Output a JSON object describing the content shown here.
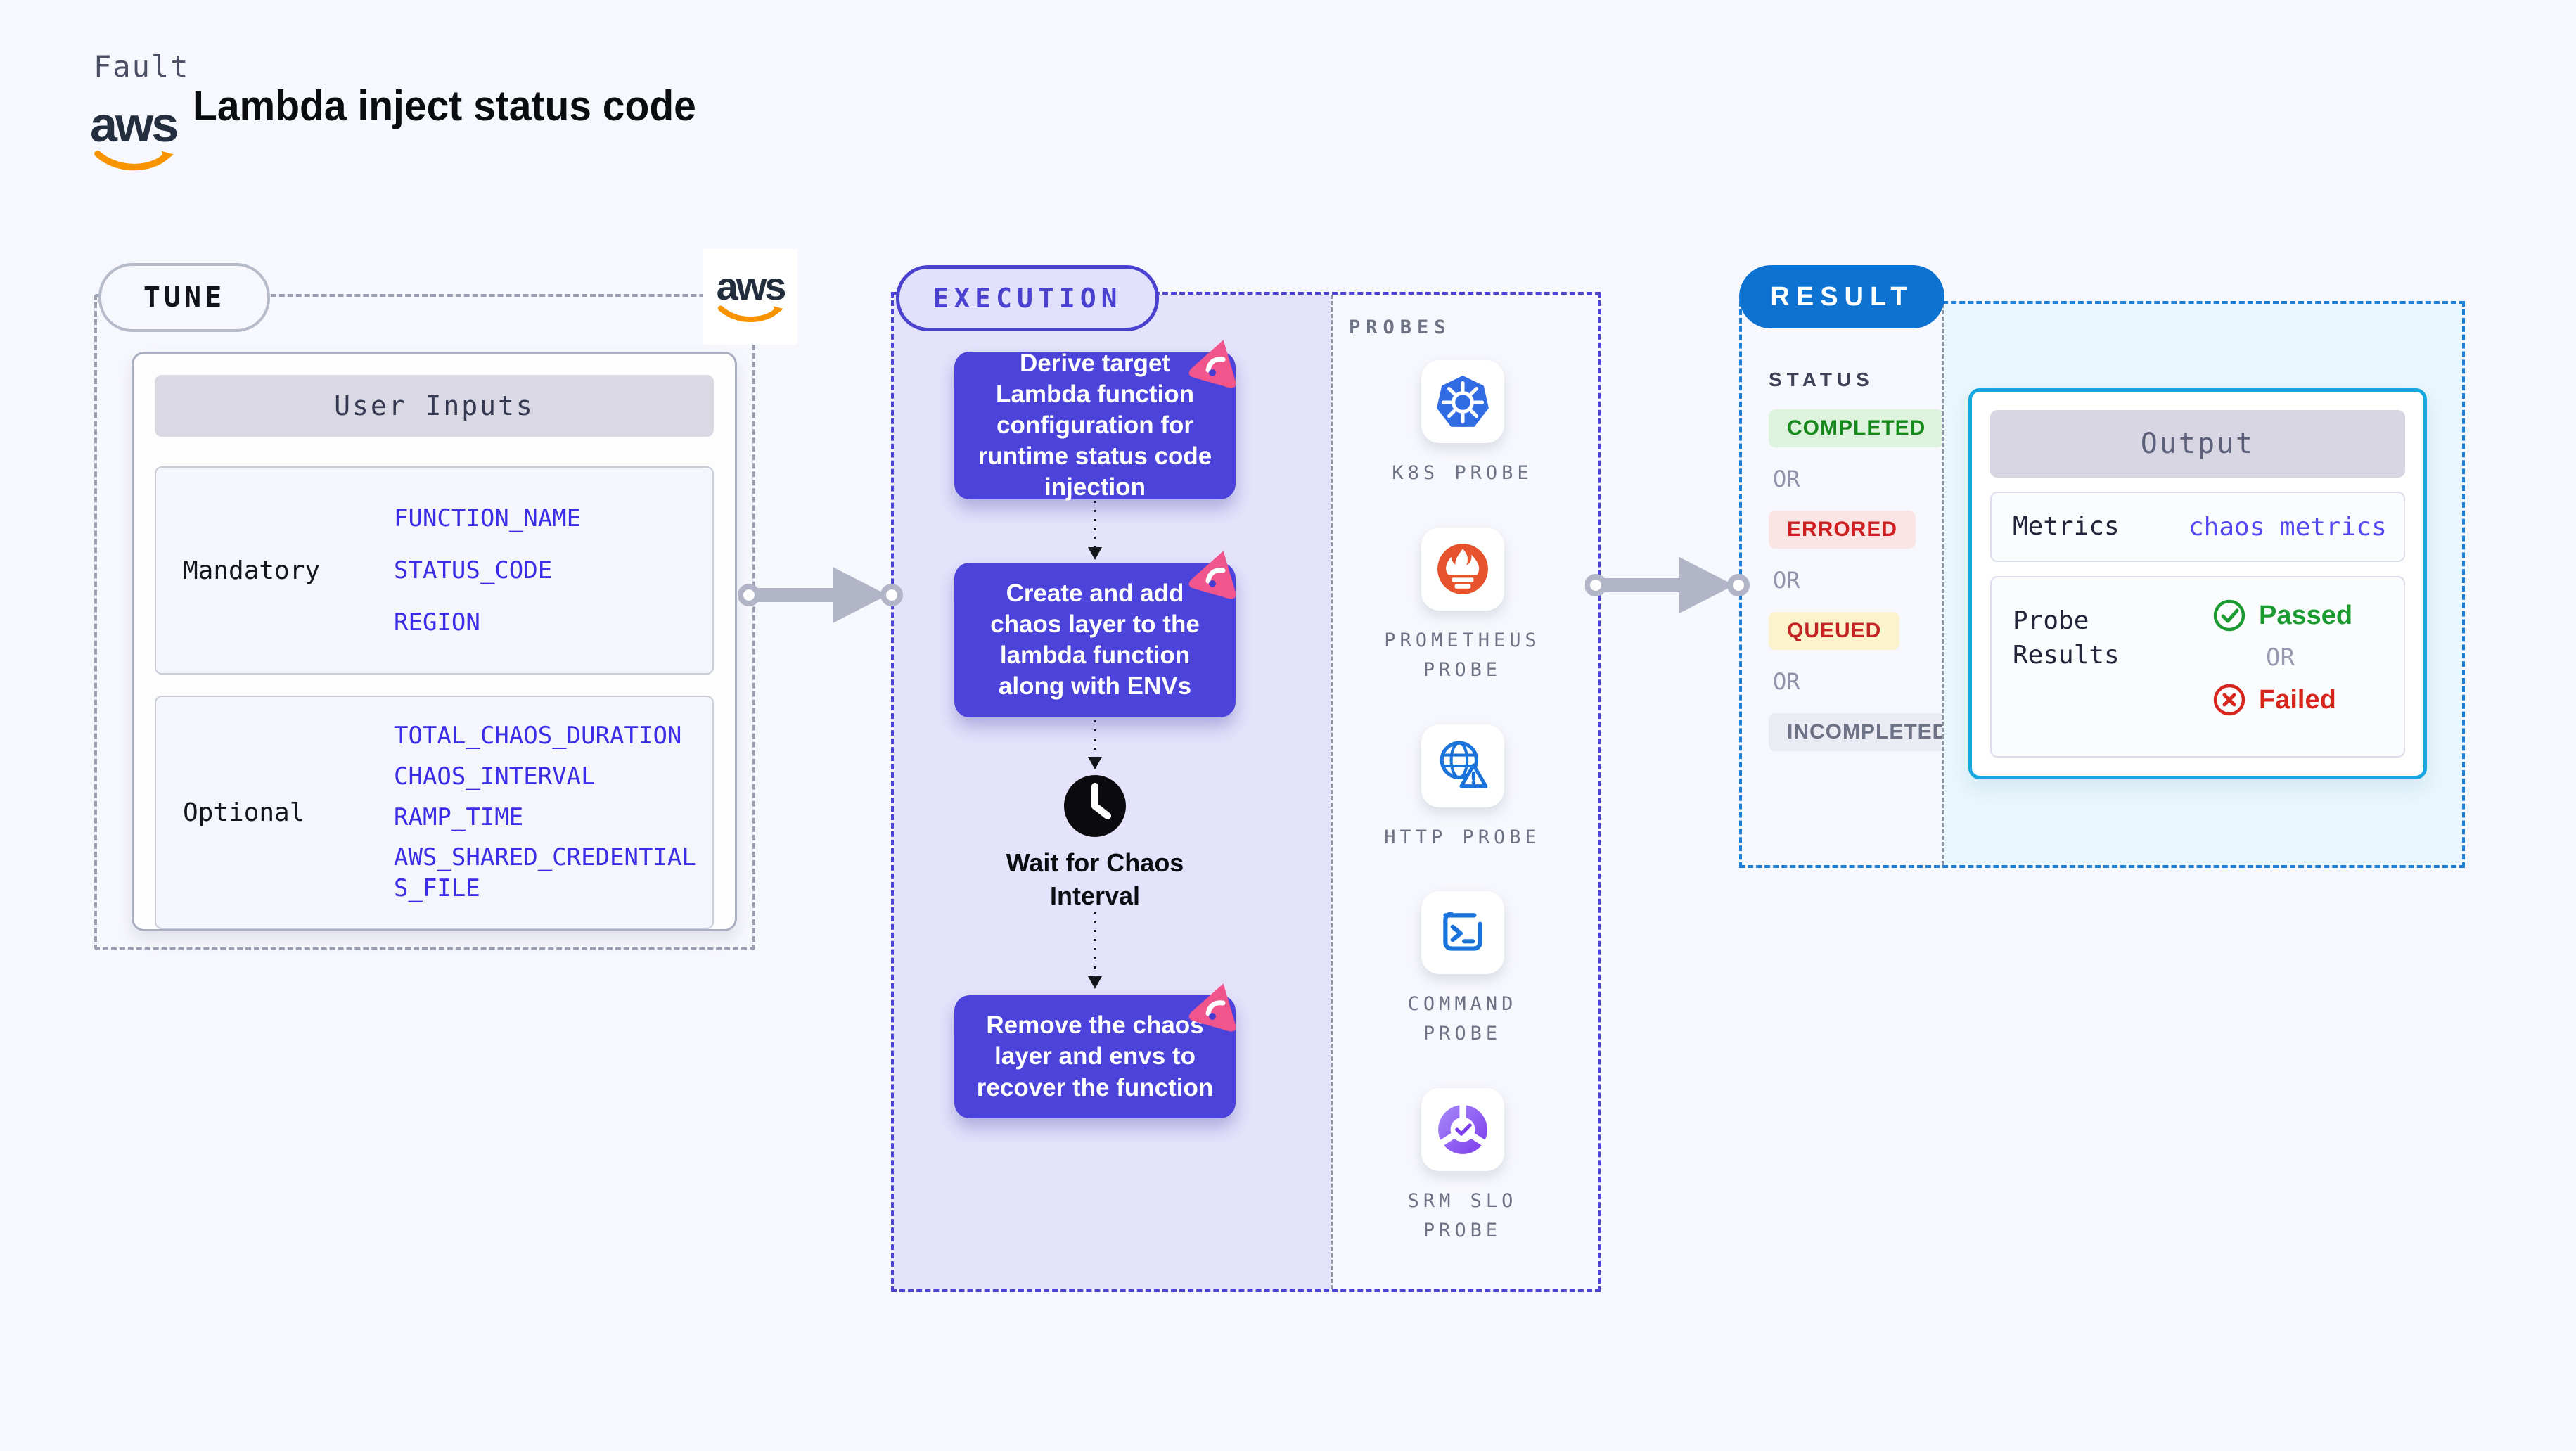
{
  "header": {
    "eyebrow": "Fault",
    "title": "Lambda inject status code",
    "aws_logo_text": "aws"
  },
  "tune": {
    "label": "TUNE",
    "table": {
      "title": "User Inputs",
      "groups": [
        {
          "label": "Mandatory",
          "params": [
            "FUNCTION_NAME",
            "STATUS_CODE",
            "REGION"
          ]
        },
        {
          "label": "Optional",
          "params": [
            "TOTAL_CHAOS_DURATION",
            "CHAOS_INTERVAL",
            "RAMP_TIME",
            "AWS_SHARED_CREDENTIALS_FILE"
          ]
        }
      ]
    }
  },
  "execution": {
    "label": "EXECUTION",
    "steps": {
      "derive": "Derive target Lambda function configuration for runtime status code injection",
      "create": "Create and add chaos layer to the lambda function along with ENVs",
      "wait": "Wait for Chaos Interval",
      "remove": "Remove the chaos layer and envs to recover the function"
    },
    "probes": {
      "heading": "PROBES",
      "items": [
        {
          "label": "K8S PROBE",
          "icon": "kubernetes-icon"
        },
        {
          "label": "PROMETHEUS PROBE",
          "icon": "prometheus-icon"
        },
        {
          "label": "HTTP PROBE",
          "icon": "http-globe-warning-icon"
        },
        {
          "label": "COMMAND PROBE",
          "icon": "terminal-icon"
        },
        {
          "label": "SRM SLO PROBE",
          "icon": "srm-slo-icon"
        }
      ]
    }
  },
  "result": {
    "label": "RESULT",
    "status": {
      "heading": "STATUS",
      "separator": "OR",
      "badges": [
        {
          "label": "COMPLETED",
          "bg": "#ddf3dd",
          "color": "#17891c"
        },
        {
          "label": "ERRORED",
          "bg": "#fbe4e4",
          "color": "#cd1f1f"
        },
        {
          "label": "QUEUED",
          "bg": "#fcf2cb",
          "color": "#c32424"
        },
        {
          "label": "INCOMPLETED",
          "bg": "#ebecf3",
          "color": "#6d7286"
        }
      ]
    },
    "output": {
      "title": "Output",
      "metrics_label": "Metrics",
      "metrics_value": "chaos metrics",
      "probe_results_label": "Probe Results",
      "passed": "Passed",
      "or": "OR",
      "failed": "Failed"
    }
  },
  "palette": {
    "page_bg": "#f7f8fd",
    "step_purple": "#4b43da",
    "execution_accent": "#4a42cf",
    "execution_flow_bg": "#e4e3fb",
    "result_blue": "#0e72d1",
    "output_border_cyan": "#16a7e0",
    "param_blue": "#3a2de5",
    "aws_orange": "#f79400",
    "litmus_pink": "#f0558c",
    "passed_green": "#1d9b33",
    "failed_red": "#d7261d"
  }
}
